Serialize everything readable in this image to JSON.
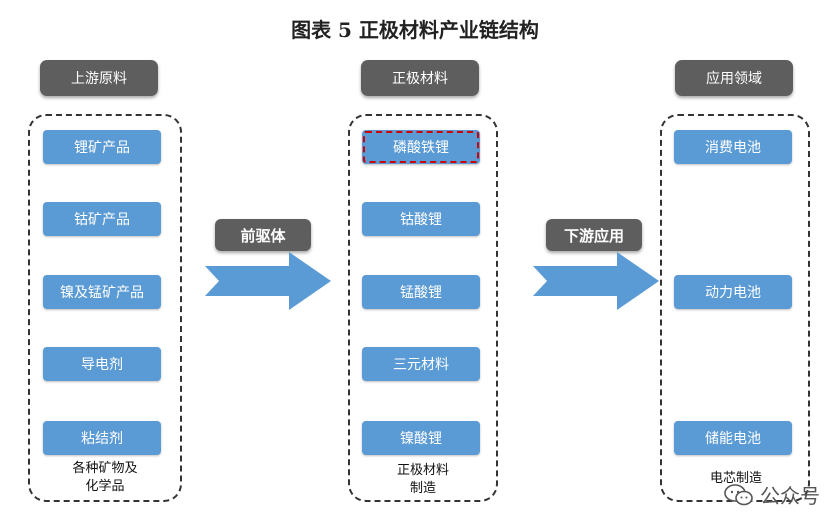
{
  "title": "图表 5  正极材料产业链结构",
  "columns": {
    "left": {
      "header": "上游原料",
      "items": [
        "锂矿产品",
        "钴矿产品",
        "镍及锰矿产品",
        "导电剂",
        "粘结剂"
      ],
      "caption_line1": "各种矿物及",
      "caption_line2": "化学品"
    },
    "middle": {
      "header": "正极材料",
      "items": [
        "磷酸铁锂",
        "钴酸锂",
        "锰酸锂",
        "三元材料",
        "镍酸锂"
      ],
      "caption_line1": "正极材料",
      "caption_line2": "制造"
    },
    "right": {
      "header": "应用领域",
      "items": [
        "消费电池",
        "动力电池",
        "储能电池"
      ],
      "caption_line1": "电芯制造"
    }
  },
  "arrows": {
    "first_label": "前驱体",
    "second_label": "下游应用"
  },
  "watermark": {
    "text": "公众号",
    "icon": "wechat-icon"
  },
  "colors": {
    "item_fill": "#5b9bd5",
    "header_fill": "#5e5e5e",
    "highlight_border": "#d00000"
  }
}
